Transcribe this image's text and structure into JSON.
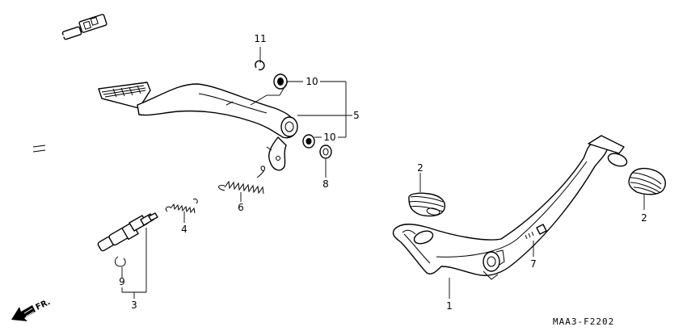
{
  "callouts": {
    "c1": "1",
    "c2a": "2",
    "c2b": "2",
    "c3": "3",
    "c4": "4",
    "c5": "5",
    "c6": "6",
    "c7": "7",
    "c8": "8",
    "c9": "9",
    "c10a": "10",
    "c10b": "10",
    "c11": "11"
  },
  "direction_label": "FR.",
  "diagram_code": "MAA3-F2202"
}
